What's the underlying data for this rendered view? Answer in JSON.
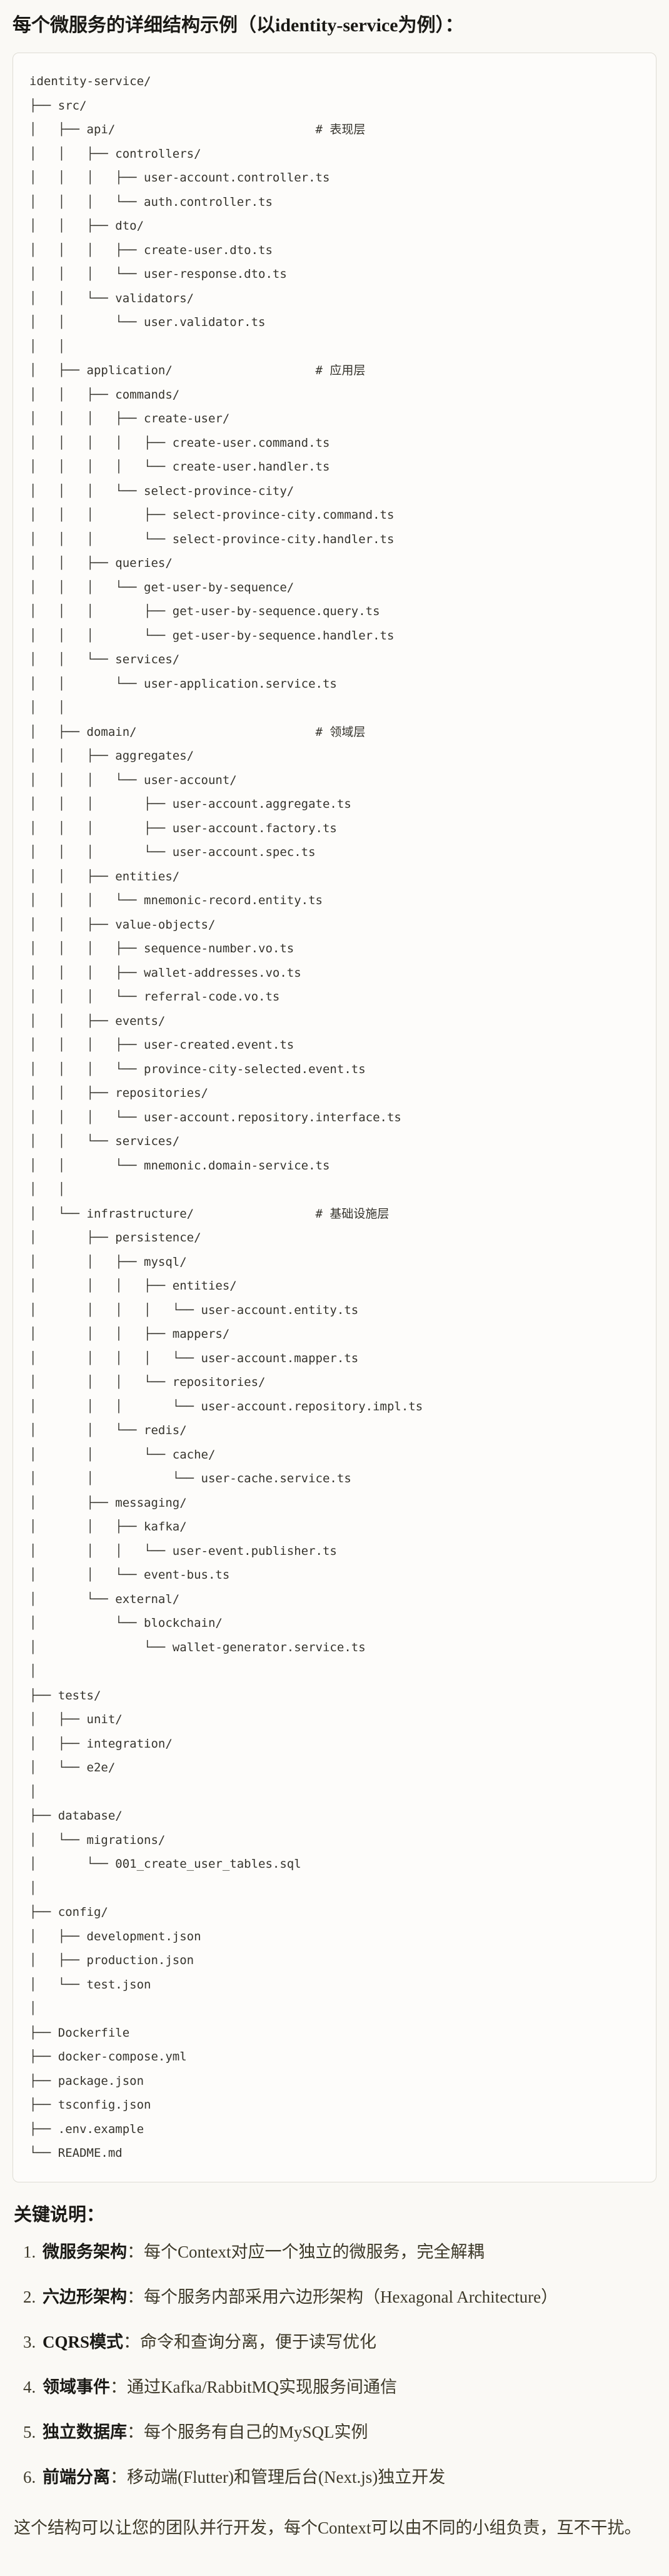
{
  "colors": {
    "page_background": "#faf9f5",
    "code_background": "#fdfcfa",
    "code_border": "#dedcd4",
    "text": "#3d3929",
    "heading_text": "#1a1915"
  },
  "title": "每个微服务的详细结构示例（以identity-service为例）：",
  "code_block": {
    "comment_column": 40,
    "comments": {
      "2": "# 表现层",
      "12": "# 应用层",
      "27": "# 领域层",
      "47": "# 基础设施层"
    },
    "lines": [
      "identity-service/",
      "├── src/",
      "│   ├── api/",
      "│   │   ├── controllers/",
      "│   │   │   ├── user-account.controller.ts",
      "│   │   │   └── auth.controller.ts",
      "│   │   ├── dto/",
      "│   │   │   ├── create-user.dto.ts",
      "│   │   │   └── user-response.dto.ts",
      "│   │   └── validators/",
      "│   │       └── user.validator.ts",
      "│   │",
      "│   ├── application/",
      "│   │   ├── commands/",
      "│   │   │   ├── create-user/",
      "│   │   │   │   ├── create-user.command.ts",
      "│   │   │   │   └── create-user.handler.ts",
      "│   │   │   └── select-province-city/",
      "│   │   │       ├── select-province-city.command.ts",
      "│   │   │       └── select-province-city.handler.ts",
      "│   │   ├── queries/",
      "│   │   │   └── get-user-by-sequence/",
      "│   │   │       ├── get-user-by-sequence.query.ts",
      "│   │   │       └── get-user-by-sequence.handler.ts",
      "│   │   └── services/",
      "│   │       └── user-application.service.ts",
      "│   │",
      "│   ├── domain/",
      "│   │   ├── aggregates/",
      "│   │   │   └── user-account/",
      "│   │   │       ├── user-account.aggregate.ts",
      "│   │   │       ├── user-account.factory.ts",
      "│   │   │       └── user-account.spec.ts",
      "│   │   ├── entities/",
      "│   │   │   └── mnemonic-record.entity.ts",
      "│   │   ├── value-objects/",
      "│   │   │   ├── sequence-number.vo.ts",
      "│   │   │   ├── wallet-addresses.vo.ts",
      "│   │   │   └── referral-code.vo.ts",
      "│   │   ├── events/",
      "│   │   │   ├── user-created.event.ts",
      "│   │   │   └── province-city-selected.event.ts",
      "│   │   ├── repositories/",
      "│   │   │   └── user-account.repository.interface.ts",
      "│   │   └── services/",
      "│   │       └── mnemonic.domain-service.ts",
      "│   │",
      "│   └── infrastructure/",
      "│       ├── persistence/",
      "│       │   ├── mysql/",
      "│       │   │   ├── entities/",
      "│       │   │   │   └── user-account.entity.ts",
      "│       │   │   ├── mappers/",
      "│       │   │   │   └── user-account.mapper.ts",
      "│       │   │   └── repositories/",
      "│       │   │       └── user-account.repository.impl.ts",
      "│       │   └── redis/",
      "│       │       └── cache/",
      "│       │           └── user-cache.service.ts",
      "│       ├── messaging/",
      "│       │   ├── kafka/",
      "│       │   │   └── user-event.publisher.ts",
      "│       │   └── event-bus.ts",
      "│       └── external/",
      "│           └── blockchain/",
      "│               └── wallet-generator.service.ts",
      "│",
      "├── tests/",
      "│   ├── unit/",
      "│   ├── integration/",
      "│   └── e2e/",
      "│",
      "├── database/",
      "│   └── migrations/",
      "│       └── 001_create_user_tables.sql",
      "│",
      "├── config/",
      "│   ├── development.json",
      "│   ├── production.json",
      "│   └── test.json",
      "│",
      "├── Dockerfile",
      "├── docker-compose.yml",
      "├── package.json",
      "├── tsconfig.json",
      "├── .env.example",
      "└── README.md"
    ]
  },
  "notes": {
    "heading": "关键说明：",
    "items": [
      {
        "num": "1.",
        "term": "微服务架构",
        "sep": "：",
        "desc": "每个Context对应一个独立的微服务，完全解耦"
      },
      {
        "num": "2.",
        "term": "六边形架构",
        "sep": "：",
        "desc": "每个服务内部采用六边形架构（Hexagonal Architecture）"
      },
      {
        "num": "3.",
        "term": "CQRS模式",
        "sep": "：",
        "desc": "命令和查询分离，便于读写优化"
      },
      {
        "num": "4.",
        "term": "领域事件",
        "sep": "：",
        "desc": "通过Kafka/RabbitMQ实现服务间通信"
      },
      {
        "num": "5.",
        "term": "独立数据库",
        "sep": "：",
        "desc": "每个服务有自己的MySQL实例"
      },
      {
        "num": "6.",
        "term": "前端分离",
        "sep": "：",
        "desc": "移动端(Flutter)和管理后台(Next.js)独立开发"
      }
    ],
    "footer": "这个结构可以让您的团队并行开发，每个Context可以由不同的小组负责，互不干扰。"
  }
}
